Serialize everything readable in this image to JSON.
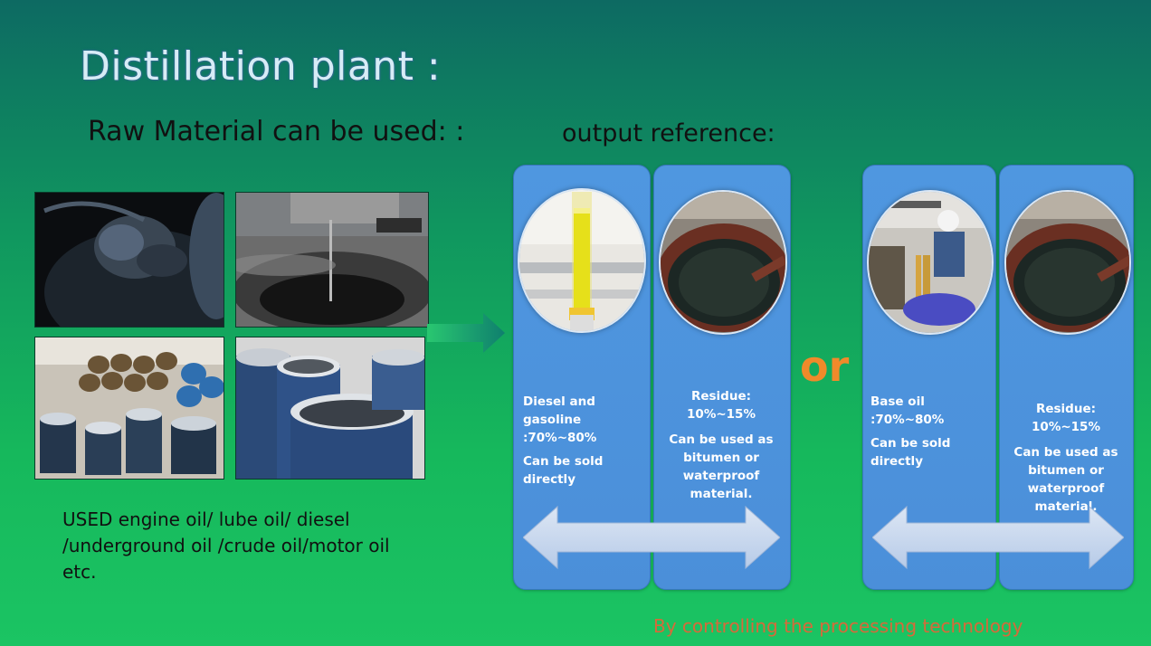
{
  "slide": {
    "title": "Distillation plant :",
    "raw_heading": "Raw Material can be used: :",
    "output_heading": "output reference:",
    "raw_caption_lines": [
      "USED engine oil/ lube oil/ diesel",
      "/underground oil /crude oil/motor oil",
      "etc."
    ],
    "or_text": "or",
    "footer": "By controlling the processing technology"
  },
  "cards": [
    {
      "lines": [
        "Diesel and",
        "gasoline :70%~80%"
      ],
      "extra": "Can be sold directly"
    },
    {
      "lines": [
        "Residue: 10%~15%"
      ],
      "extra_lines": [
        "Can be  used as",
        "bitumen or",
        "waterproof",
        "material."
      ]
    },
    {
      "lines": [
        "Base oil :70%~80%"
      ],
      "extra": "Can be sold directly"
    },
    {
      "lines": [
        "Residue: 10%~15%"
      ],
      "extra_lines": [
        "Can be  used as",
        "bitumen or",
        "waterproof",
        "material."
      ]
    }
  ],
  "colors": {
    "card_blue": "#4f97e0",
    "or_orange": "#f08a2a",
    "footer_orange": "#d66a3a",
    "arrow_fill": "#c9daf1"
  }
}
